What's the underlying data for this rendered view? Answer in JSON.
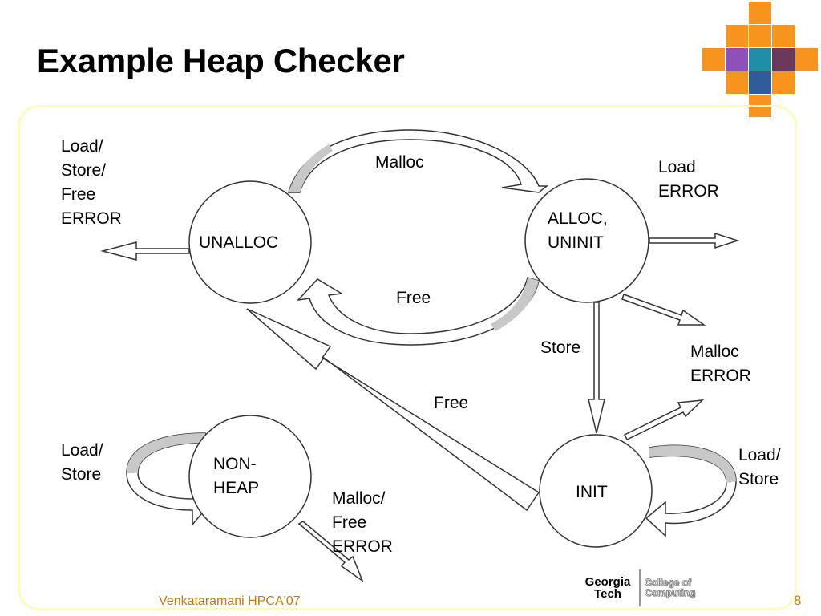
{
  "title": "Example Heap Checker",
  "states": {
    "unalloc": "UNALLOC",
    "alloc_uninit": [
      "ALLOC,",
      "UNINIT"
    ],
    "init": "INIT",
    "non_heap": [
      "NON-",
      "HEAP"
    ]
  },
  "transitions": {
    "malloc": "Malloc",
    "free_top": "Free",
    "store": "Store",
    "free_long": "Free"
  },
  "errors": {
    "unalloc_error": [
      "Load/",
      "Store/",
      "Free",
      "ERROR"
    ],
    "load_error": [
      "Load",
      "ERROR"
    ],
    "malloc_error": [
      "Malloc",
      "ERROR"
    ],
    "nonheap_error": [
      "Malloc/",
      "Free",
      "ERROR"
    ]
  },
  "self_loops": {
    "init": [
      "Load/",
      "Store"
    ],
    "non_heap": [
      "Load/",
      "Store"
    ]
  },
  "footer": {
    "text": "Venkataramani HPCA'07",
    "page": "8"
  },
  "logo": {
    "left": [
      "Georgia",
      "Tech"
    ],
    "right": [
      "College of",
      "Computing"
    ]
  },
  "colors": {
    "accent_orange": "#f7941d",
    "frame_yellow": "#fbfbc2",
    "footer_text": "#c77a00"
  }
}
